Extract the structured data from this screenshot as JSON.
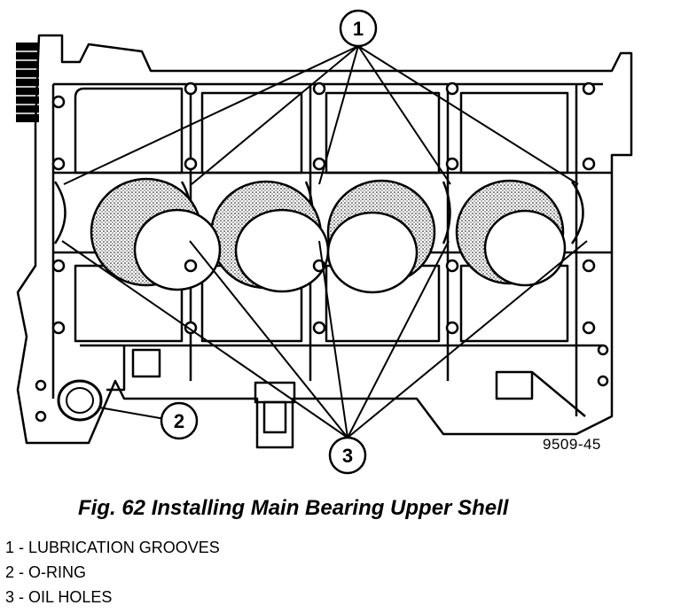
{
  "figure": {
    "callouts": [
      {
        "number": "1"
      },
      {
        "number": "2"
      },
      {
        "number": "3"
      }
    ],
    "reference_code": "9509-45"
  },
  "caption": "Fig. 62 Installing Main Bearing Upper Shell",
  "legend": [
    {
      "text": "1 - LUBRICATION GROOVES"
    },
    {
      "text": "2 - O-RING"
    },
    {
      "text": "3 - OIL HOLES"
    }
  ]
}
